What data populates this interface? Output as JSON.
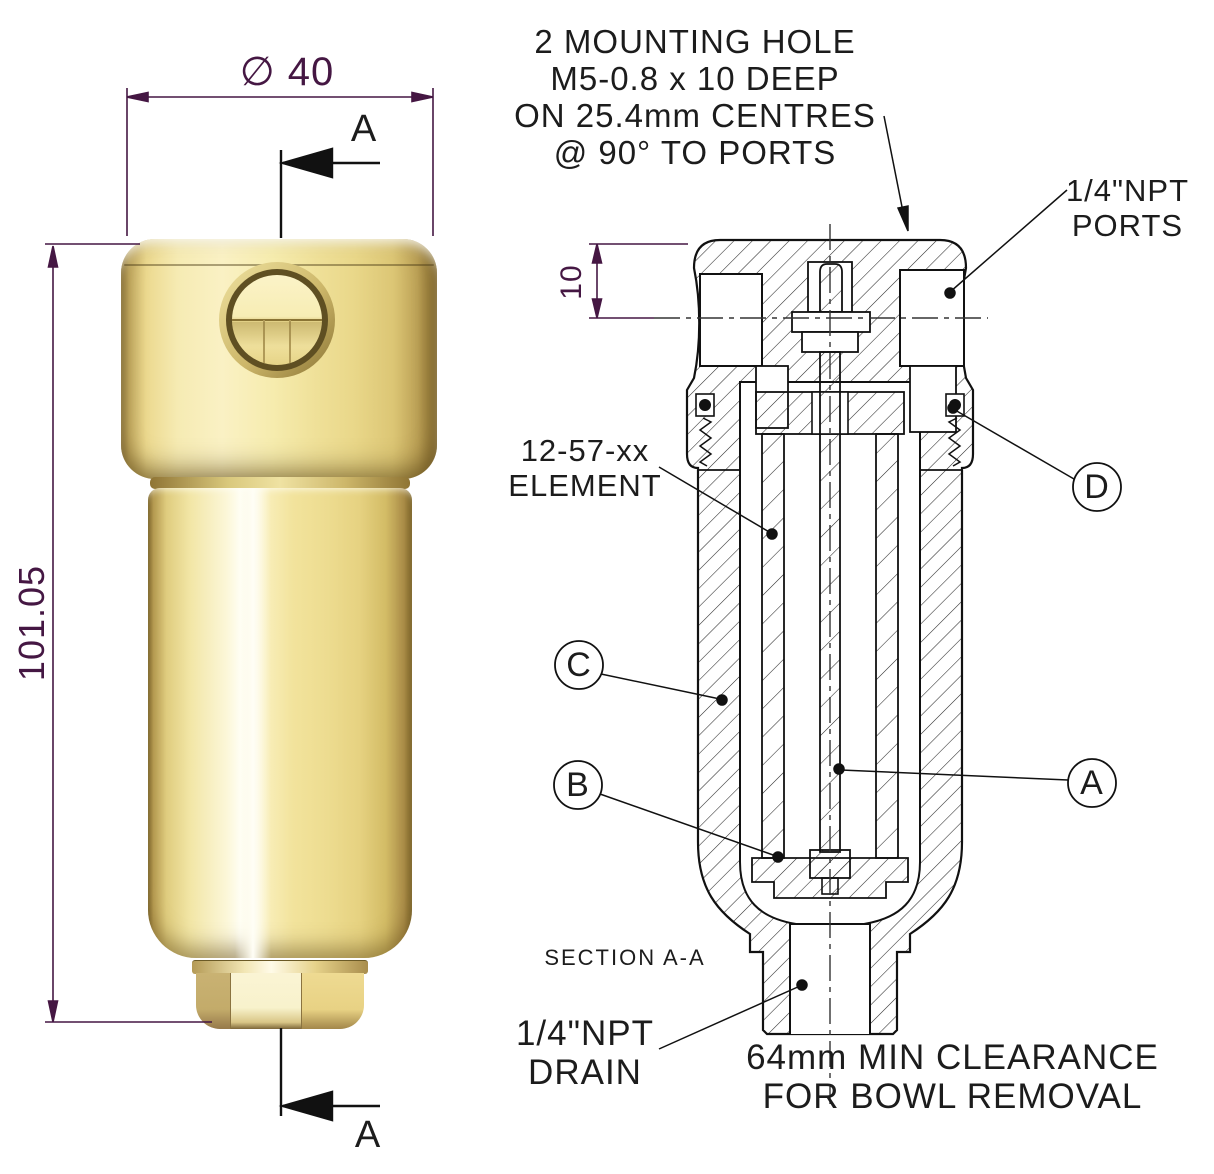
{
  "title": "Inline filter technical drawing",
  "colors": {
    "dimension": "#451743",
    "line": "#1a1a1a",
    "brass_highlight": "#fffef2",
    "brass_mid": "#f2e39c",
    "brass_shadow": "#8f7434"
  },
  "left_view": {
    "dim_diameter": "∅ 40",
    "dim_height": "101.05",
    "section_marker_top": "A",
    "section_marker_bottom": "A"
  },
  "section_view": {
    "mounting_note": {
      "line1": "2 MOUNTING HOLE",
      "line2": "M5-0.8 x 10 DEEP",
      "line3": "ON 25.4mm CENTRES",
      "line4": "@ 90° TO PORTS"
    },
    "ports_label": {
      "line1": "1/4\"NPT",
      "line2": "PORTS"
    },
    "dim_port_depth": "10",
    "element_label": {
      "line1": "12-57-xx",
      "line2": "ELEMENT"
    },
    "callouts": {
      "a": "A",
      "b": "B",
      "c": "C",
      "d": "D"
    },
    "section_title": "SECTION A-A",
    "drain_label": {
      "line1": "1/4\"NPT",
      "line2": "DRAIN"
    },
    "clearance_note": {
      "line1": "64mm MIN CLEARANCE",
      "line2": "FOR BOWL REMOVAL"
    }
  }
}
